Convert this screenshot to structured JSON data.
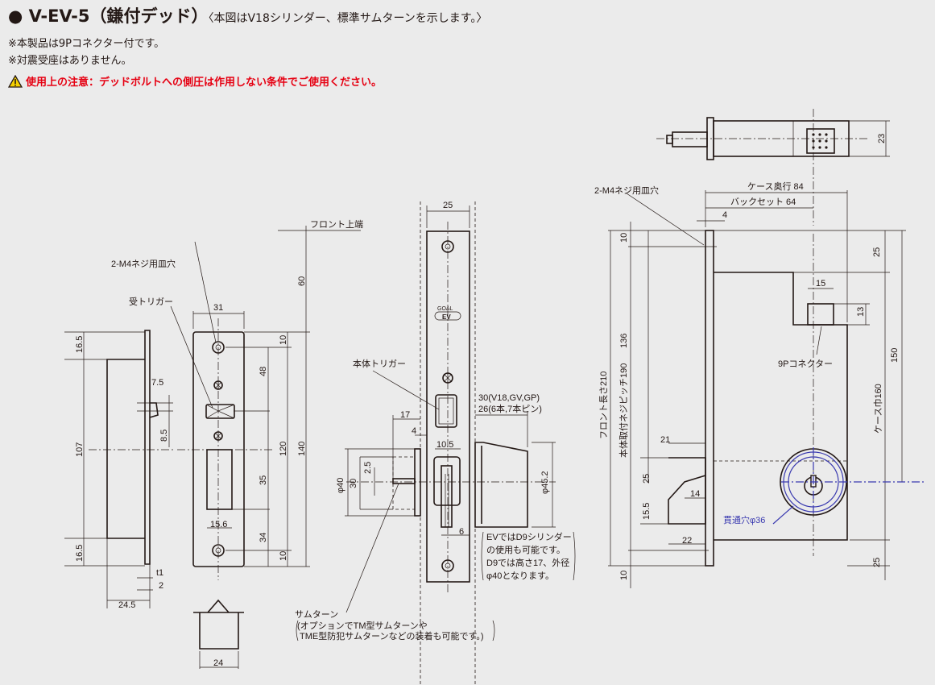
{
  "header": {
    "bullet": "●",
    "model": "V-EV-5",
    "model_paren": "（鎌付デッド）",
    "subtitle": "〈本図はV18シリンダー、標準サムターンを示します。〉",
    "note1": "※本製品は9Pコネクター付です。",
    "note2": "※対震受座はありません。",
    "warning": "使用上の注意：デッドボルトへの側圧は作用しない条件でご使用ください。",
    "warning_icon": "warning-triangle-icon",
    "warning_color": "#e60012"
  },
  "labels": {
    "screw_hole_left": "2-M4ネジ用皿穴",
    "receiver_trigger": "受トリガー",
    "front_top": "フロント上端",
    "body_trigger": "本体トリガー",
    "cyl_len_1": "30(V18,GV,GP)",
    "cyl_len_2": "26(6本,7本ピン)",
    "ev_note": [
      "EVではD9シリンダー",
      "の使用も可能です。",
      "D9では高さ17、外径",
      "φ40となります。"
    ],
    "thumbturn_note": [
      "サムターン",
      "(オプションでTM型サムターンや",
      "TME型防犯サムターンなどの装着も可能です。)"
    ],
    "case_depth": "ケース奥行 84",
    "backset": "バックセット 64",
    "screw_hole_right": "2-M4ネジ用皿穴",
    "front_length": "フロント長さ210",
    "screw_pitch": "本体取付ネジピッチ190",
    "connector": "9Pコネクター",
    "case_width": "ケース巾160",
    "through_hole": "貫通穴φ36",
    "logo_top": "GOAL",
    "logo_bottom": "EV"
  },
  "dims": {
    "side": {
      "top": "16.5",
      "mid": "107",
      "bottom": "16.5",
      "trig_w": "7.5",
      "trig_h": "8.5",
      "t": "t1",
      "lip": "2",
      "depth": "24.5"
    },
    "strike": {
      "width": "31",
      "top": "10",
      "trig": "48",
      "pitch": "120",
      "total": "140",
      "front_offset": "60",
      "window_h": "35",
      "window_w": "15.6",
      "low": "34",
      "bottom": "10",
      "bottom_w": "24"
    },
    "body": {
      "front_w": "25",
      "thumb_len": "17",
      "thumb_off": "4",
      "bolt_w": "10.5",
      "rose_d": "φ40",
      "rose_in": "30",
      "spindle": "2.5",
      "bolt_off": "6",
      "cyl_d": "φ45.2"
    },
    "case": {
      "conn_h_top": "23",
      "front_off": "4",
      "top": "10",
      "to_bolt": "136",
      "top_25": "25",
      "conn_w": "15",
      "conn_h": "13",
      "pitch_150": "150",
      "bolt_w": "21",
      "bolt_h": "25",
      "hook_w": "14",
      "hook_h": "15.5",
      "hook_l": "22",
      "bottom_25": "25",
      "bottom": "10"
    }
  }
}
